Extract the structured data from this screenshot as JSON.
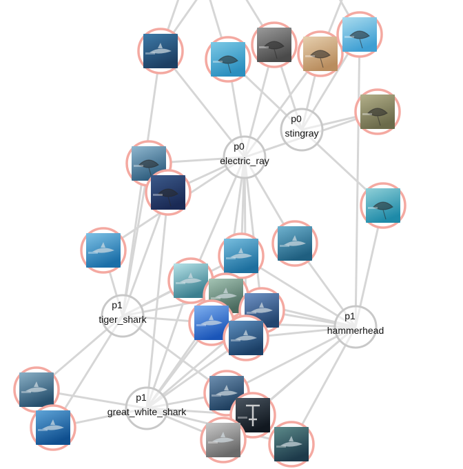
{
  "colors": {
    "edge": "#d6d6d6",
    "concept_ring": "#c8c8c8",
    "image_ring": "#f4a9a1",
    "text": "#111111"
  },
  "concepts": [
    {
      "id": "electric_ray",
      "prefix": "p0",
      "name": "electric_ray"
    },
    {
      "id": "stingray",
      "prefix": "p0",
      "name": "stingray"
    },
    {
      "id": "tiger_shark",
      "prefix": "p1",
      "name": "tiger_shark"
    },
    {
      "id": "hammerhead",
      "prefix": "p1",
      "name": "hammerhead"
    },
    {
      "id": "great_white_shark",
      "prefix": "p1",
      "name": "great_white_shark"
    }
  ],
  "images": [
    {
      "id": "img01",
      "subject": "shark-photo",
      "tone": [
        "#1d3f63",
        "#3d7aa8"
      ]
    },
    {
      "id": "img02",
      "subject": "ray-photo",
      "tone": [
        "#2b8fbf",
        "#7cc9e6"
      ]
    },
    {
      "id": "img03",
      "subject": "ray-photo",
      "tone": [
        "#4a4a4a",
        "#9a9a9a"
      ]
    },
    {
      "id": "img04",
      "subject": "stingray-photo",
      "tone": [
        "#b98d5e",
        "#e6cfae"
      ]
    },
    {
      "id": "img05",
      "subject": "ray-photo",
      "tone": [
        "#3f9fd3",
        "#a9dcef"
      ]
    },
    {
      "id": "img06",
      "subject": "stingray-photo",
      "tone": [
        "#6b6a4a",
        "#b3b08a"
      ]
    },
    {
      "id": "img07",
      "subject": "ray-photo",
      "tone": [
        "#2f5e7f",
        "#8fb7cf"
      ]
    },
    {
      "id": "img08",
      "subject": "ray-photo",
      "tone": [
        "#1a2a55",
        "#3c5a8a"
      ]
    },
    {
      "id": "img09",
      "subject": "ray-photo",
      "tone": [
        "#1e8aa8",
        "#8fd0d8"
      ]
    },
    {
      "id": "img10",
      "subject": "shark-photo",
      "tone": [
        "#1b6fa8",
        "#7fc2e6"
      ]
    },
    {
      "id": "img11",
      "subject": "shark-photo",
      "tone": [
        "#1d6f9e",
        "#78bedf"
      ]
    },
    {
      "id": "img12",
      "subject": "shark-photo",
      "tone": [
        "#1f5f80",
        "#6fb2cf"
      ]
    },
    {
      "id": "img13",
      "subject": "shark-photo",
      "tone": [
        "#3b7f8f",
        "#b7e3e8"
      ]
    },
    {
      "id": "img14",
      "subject": "shark-photo",
      "tone": [
        "#4b6b5f",
        "#a4c4b4"
      ]
    },
    {
      "id": "img15",
      "subject": "shark-photo",
      "tone": [
        "#24456f",
        "#6f93c6"
      ]
    },
    {
      "id": "img16",
      "subject": "shark-photo",
      "tone": [
        "#1a55b8",
        "#7fb0f0"
      ]
    },
    {
      "id": "img17",
      "subject": "shark-photo",
      "tone": [
        "#1b3f66",
        "#5e8fbf"
      ]
    },
    {
      "id": "img18",
      "subject": "shark-photo",
      "tone": [
        "#27506e",
        "#8ab0c6"
      ]
    },
    {
      "id": "img19",
      "subject": "shark-photo",
      "tone": [
        "#0f4f8f",
        "#5fa5d8"
      ]
    },
    {
      "id": "img20",
      "subject": "shark-photo",
      "tone": [
        "#1f3f5f",
        "#6d8fb0"
      ]
    },
    {
      "id": "img21",
      "subject": "hammerhead-photo",
      "tone": [
        "#111820",
        "#4a5560"
      ]
    },
    {
      "id": "img22",
      "subject": "shark-photo",
      "tone": [
        "#6a6a6a",
        "#c9c9c9"
      ]
    },
    {
      "id": "img23",
      "subject": "shark-photo",
      "tone": [
        "#1d3a4a",
        "#5c8a8a"
      ]
    }
  ]
}
